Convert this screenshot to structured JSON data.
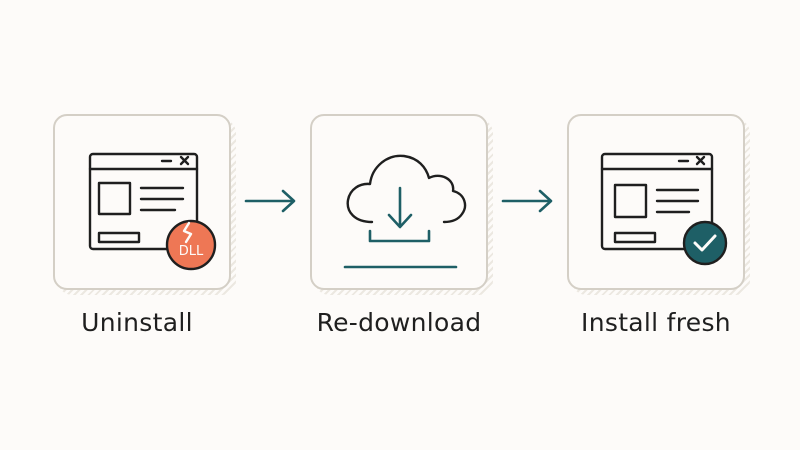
{
  "steps": [
    {
      "label": "Uninstall",
      "icon": "app-window-broken-dll-icon",
      "badge": "DLL"
    },
    {
      "label": "Re-download",
      "icon": "cloud-download-icon"
    },
    {
      "label": "Install fresh",
      "icon": "app-window-check-icon"
    }
  ],
  "colors": {
    "ink": "#1f1f1f",
    "teal": "#1e5f66",
    "orange": "#ee7755",
    "card_border": "#d4cfc6"
  }
}
